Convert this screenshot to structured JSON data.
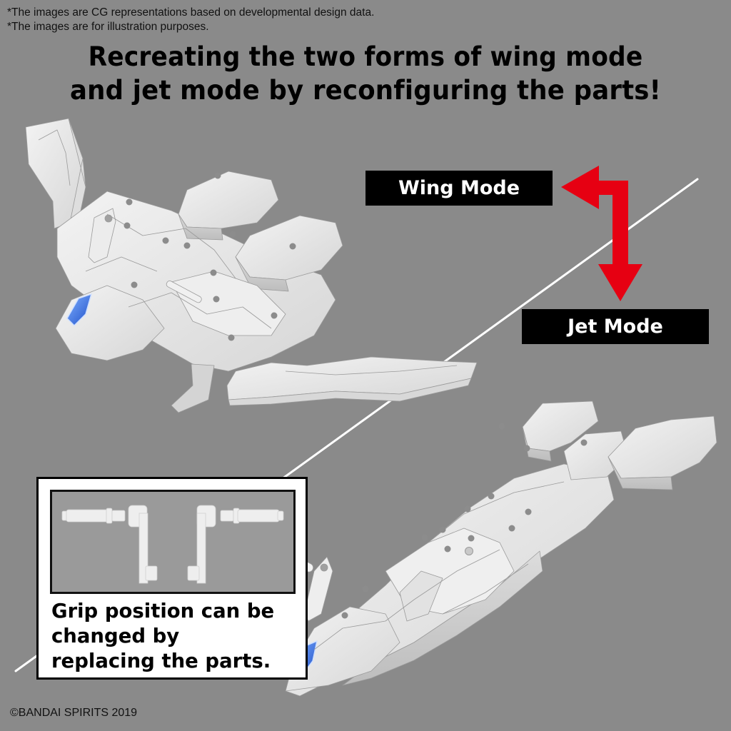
{
  "disclaimer": {
    "line1": "*The images are CG representations based on developmental design data.",
    "line2": "*The images are for illustration purposes."
  },
  "title": {
    "line1": "Recreating the two forms of wing mode",
    "line2": "and jet mode by reconfiguring the parts!"
  },
  "modes": {
    "wing": "Wing Mode",
    "jet": "Jet Mode"
  },
  "grip_panel": {
    "line1": "Grip position can be",
    "line2": "changed by",
    "line3": "replacing the parts."
  },
  "copyright": "©BANDAI SPIRITS 2019",
  "colors": {
    "background": "#8a8a8a",
    "arrow": "#e60012",
    "label_bg": "#000000",
    "label_text": "#ffffff",
    "plastic": "#e9e9e9",
    "canopy": "#2f6fe0"
  },
  "icons": {
    "mode_arrow": "bidirectional-elbow-arrow",
    "divider": "diagonal-divider-line"
  }
}
